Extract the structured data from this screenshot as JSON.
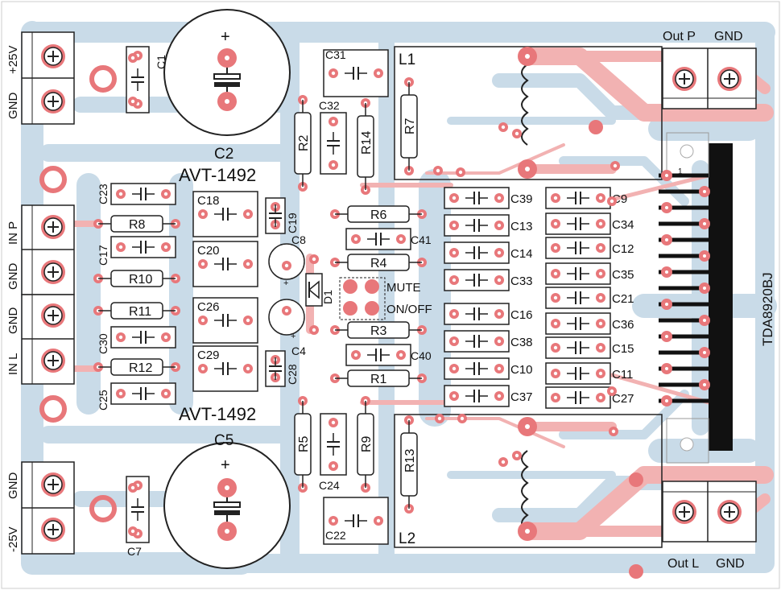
{
  "board": {
    "model_top": "AVT-1492",
    "model_bottom": "AVT-1492",
    "ic_label": "TDA8920BJ",
    "ic_pin1": "1",
    "colors": {
      "bottom_copper": "#c9dbe8",
      "top_copper": "#f2b2b2",
      "pad": "#e8777a",
      "ink": "#111111"
    }
  },
  "terminals": {
    "supply_pos": [
      "+25V",
      "GND"
    ],
    "supply_neg": [
      "GND",
      "-25V"
    ],
    "input_right": [
      "IN P",
      "GND"
    ],
    "input_left": [
      "GND",
      "IN L"
    ],
    "out_right": [
      "Out P",
      "GND"
    ],
    "out_left": [
      "Out L",
      "GND"
    ]
  },
  "switches": {
    "mute": "MUTE",
    "onoff": "ON/OFF"
  },
  "parts": {
    "C1": "C1",
    "C2": "C2",
    "C4": "C4",
    "C5": "C5",
    "C7": "C7",
    "C8": "C8",
    "C9": "C9",
    "C10": "C10",
    "C11": "C11",
    "C12": "C12",
    "C13": "C13",
    "C14": "C14",
    "C15": "C15",
    "C16": "C16",
    "C17": "C17",
    "C18": "C18",
    "C19": "C19",
    "C20": "C20",
    "C21": "C21",
    "C22": "C22",
    "C23": "C23",
    "C24": "C24",
    "C25": "C25",
    "C26": "C26",
    "C27": "C27",
    "C28": "C28",
    "C29": "C29",
    "C30": "C30",
    "C31": "C31",
    "C32": "C32",
    "C33": "C33",
    "C34": "C34",
    "C35": "C35",
    "C36": "C36",
    "C37": "C37",
    "C38": "C38",
    "C39": "C39",
    "C40": "C40",
    "C41": "C41",
    "R1": "R1",
    "R2": "R2",
    "R3": "R3",
    "R4": "R4",
    "R5": "R5",
    "R6": "R6",
    "R7": "R7",
    "R8": "R8",
    "R9": "R9",
    "R10": "R10",
    "R11": "R11",
    "R12": "R12",
    "R13": "R13",
    "R14": "R14",
    "L1": "L1",
    "L2": "L2",
    "D1": "D1"
  }
}
